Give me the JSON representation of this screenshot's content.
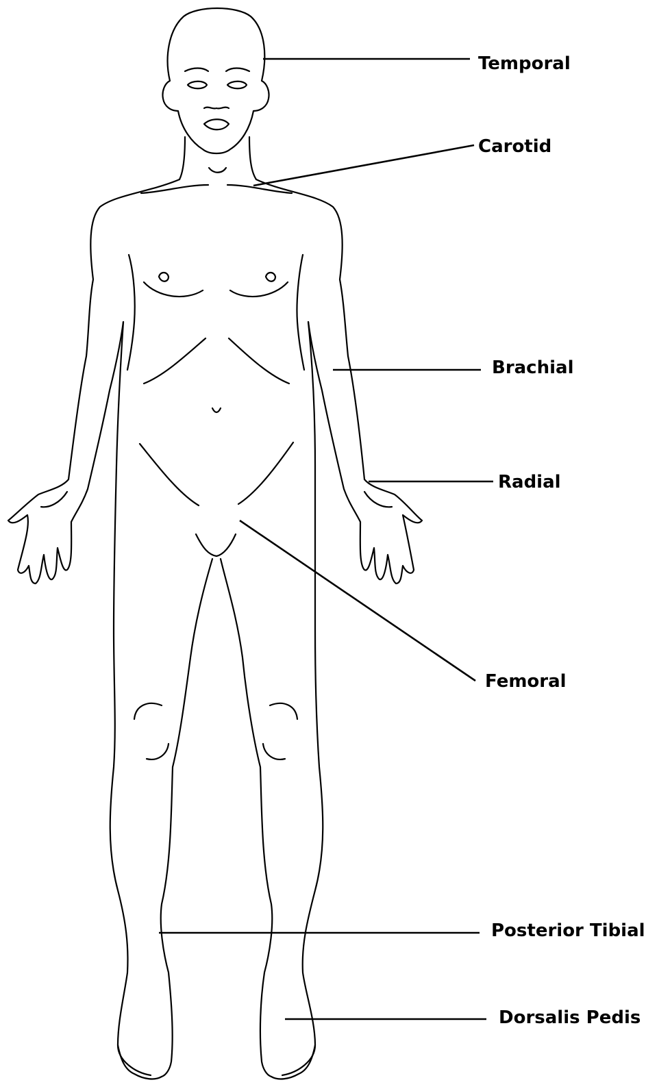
{
  "colors": {
    "background": "#ffffff",
    "ink": "#000000"
  },
  "labels": {
    "temporal": "Temporal",
    "carotid": "Carotid",
    "brachial": "Brachial",
    "radial": "Radial",
    "femoral": "Femoral",
    "posterior_tibial": "Posterior Tibial",
    "dorsalis_pedis": "Dorsalis Pedis"
  }
}
